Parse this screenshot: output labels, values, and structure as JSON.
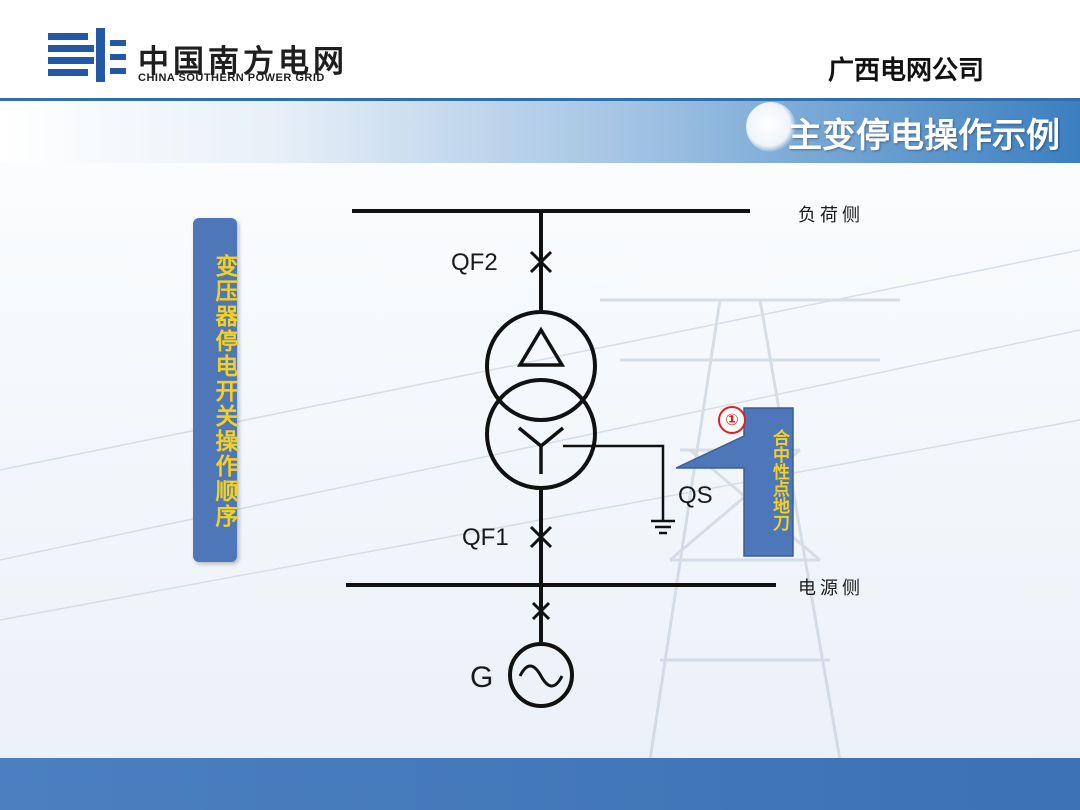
{
  "header": {
    "logo_cn": "中国南方电网",
    "logo_en": "CHINA SOUTHERN POWER GRID",
    "company": "广西电网公司"
  },
  "slide": {
    "title": "主变停电操作示例",
    "side_label": "变压器停电开关操作顺序"
  },
  "diagram": {
    "breaker_top": "QF2",
    "breaker_bottom": "QF1",
    "ground_switch": "QS",
    "generator": "G",
    "load_side": "负荷侧",
    "source_side": "电源侧"
  },
  "callout": {
    "number": "①",
    "text": "合中性点地刀"
  },
  "colors": {
    "accent_blue": "#4d77b8",
    "label_yellow": "#f5d020",
    "badge_red": "#e02020",
    "line_black": "#111111"
  }
}
